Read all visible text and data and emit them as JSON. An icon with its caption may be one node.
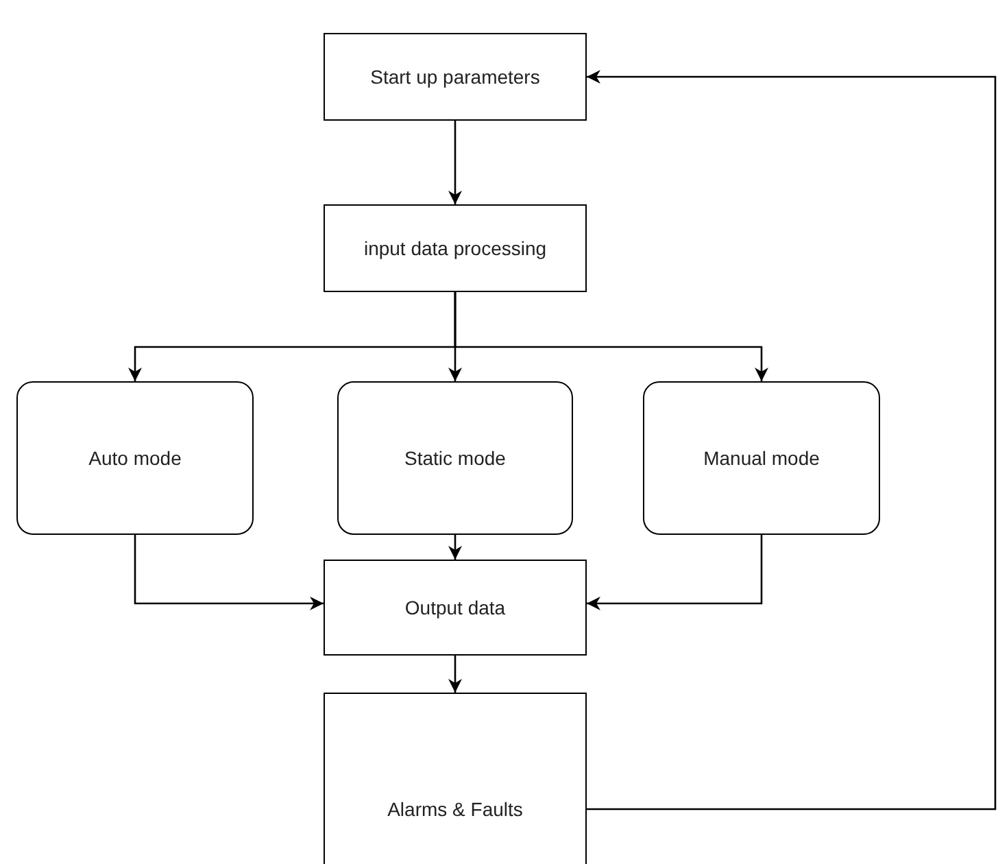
{
  "diagram": {
    "nodes": [
      {
        "text": [
          "Start up parameters"
        ]
      },
      {
        "text": [
          "input data processing"
        ]
      },
      {
        "text": [
          "Auto mode"
        ]
      },
      {
        "text": [
          "Static mode"
        ]
      },
      {
        "text": [
          "Manual mode"
        ]
      },
      {
        "text": [
          "Output data"
        ]
      },
      {
        "text": [
          "Alarms & Faults"
        ]
      }
    ],
    "edges": [
      {
        "from": 0,
        "to": 1,
        "arrow": "to"
      },
      {
        "from": 1,
        "to": 2,
        "arrow": "to"
      },
      {
        "from": 1,
        "to": 3,
        "arrow": "to"
      },
      {
        "from": 1,
        "to": 4,
        "arrow": "to"
      },
      {
        "from": 2,
        "to": 5,
        "arrow": "to"
      },
      {
        "from": 3,
        "to": 5,
        "arrow": "to"
      },
      {
        "from": 4,
        "to": 5,
        "arrow": "to"
      },
      {
        "from": 5,
        "to": 6,
        "arrow": "to"
      },
      {
        "from": 6,
        "to": 0,
        "arrow": "to"
      }
    ]
  }
}
